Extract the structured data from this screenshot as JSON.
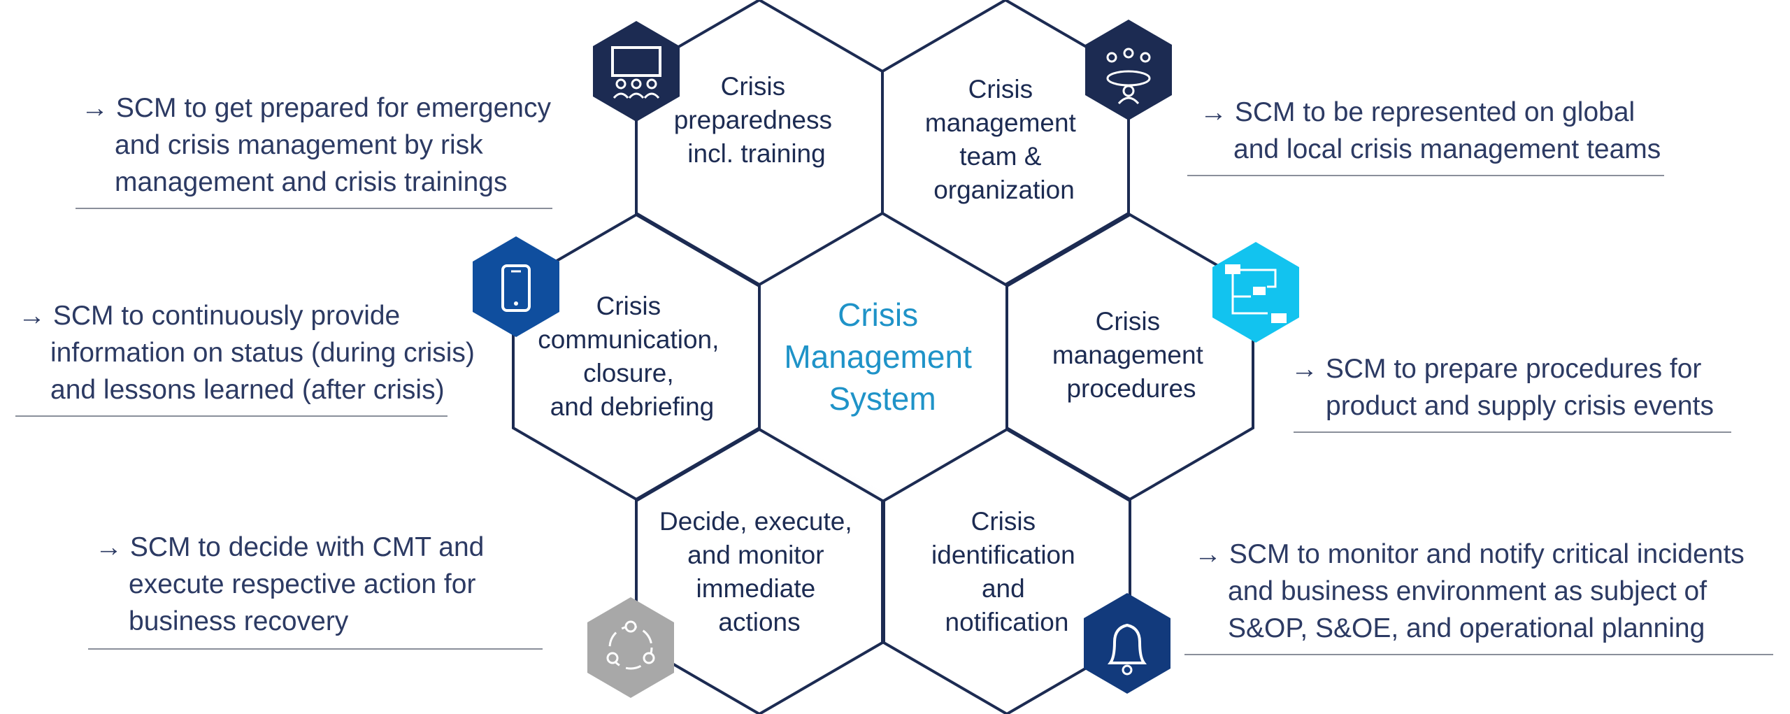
{
  "center": {
    "lines": [
      "Crisis",
      "Management",
      "System"
    ],
    "color": "#1f93c8"
  },
  "colors": {
    "outline": "#1c2b52",
    "note_text": "#2c3a63",
    "rule": "#8a8f9a",
    "badge_navy": "#1c2b52",
    "badge_blue": "#0f4e9e",
    "badge_cyan": "#12c3ef",
    "badge_gray": "#a8a8a8",
    "badge_darkblue": "#123a7c"
  },
  "hexagons": {
    "preparedness": {
      "lines": [
        "Crisis",
        "preparedness",
        "incl. training"
      ],
      "icon": "presentation-icon"
    },
    "team": {
      "lines": [
        "Crisis",
        "management",
        "team &",
        "organization"
      ],
      "icon": "meeting-icon"
    },
    "procedures": {
      "lines": [
        "Crisis",
        "management",
        "procedures"
      ],
      "icon": "workflow-icon"
    },
    "identification": {
      "lines": [
        "Crisis",
        "identification",
        "and",
        "notification"
      ],
      "icon": "bell-icon"
    },
    "decide": {
      "lines": [
        "Decide, execute,",
        "and monitor",
        "immediate",
        "actions"
      ],
      "icon": "cycle-icon"
    },
    "communication": {
      "lines": [
        "Crisis",
        "communication,",
        "closure,",
        "and debriefing"
      ],
      "icon": "smartphone-icon"
    }
  },
  "notes": {
    "preparedness": [
      "→ SCM to get prepared for emergency",
      "and crisis management by risk",
      "management and crisis trainings"
    ],
    "team": [
      "→ SCM to be represented on global",
      "and local crisis management teams"
    ],
    "procedures": [
      "→ SCM to prepare procedures for",
      "product and supply crisis events"
    ],
    "identification": [
      "→ SCM to monitor and notify critical incidents",
      "and business environment as subject of",
      "S&OP, S&OE, and operational planning"
    ],
    "decide": [
      "→ SCM to decide with CMT and",
      "execute respective action for",
      "business recovery"
    ],
    "communication": [
      "→ SCM to continuously provide",
      "information on status (during crisis)",
      "and lessons learned (after crisis)"
    ]
  }
}
